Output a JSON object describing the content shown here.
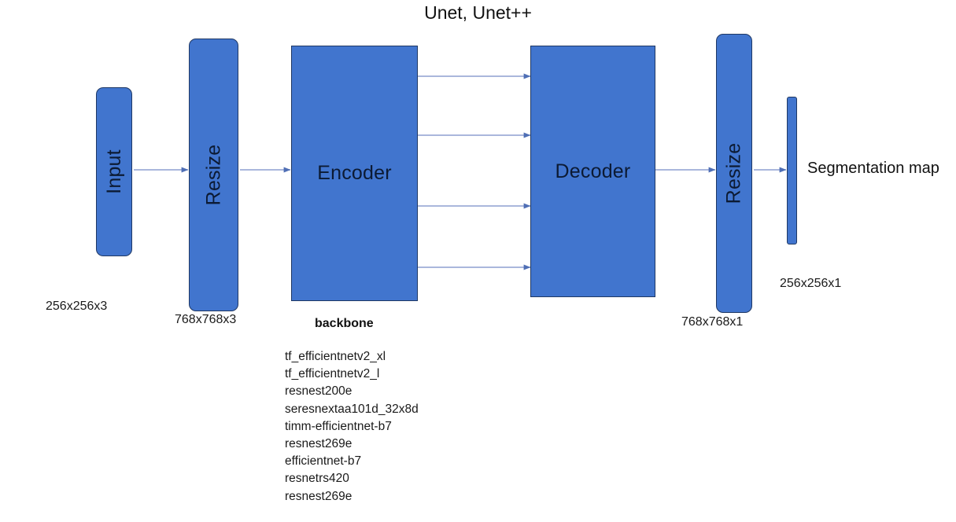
{
  "title": "Unet, Unet++",
  "colors": {
    "node_fill": "#4175CE",
    "node_border": "#1F3864",
    "arrow": "#8E9FD0",
    "background": "#FFFFFF",
    "text": "#1A1A1A"
  },
  "nodes": {
    "input": {
      "label": "Input",
      "dimension": "256x256x3"
    },
    "resize_in": {
      "label": "Resize",
      "dimension": "768x768x3"
    },
    "encoder": {
      "label": "Encoder"
    },
    "decoder": {
      "label": "Decoder"
    },
    "resize_out": {
      "label": "Resize",
      "dimension": "768x768x1"
    },
    "output": {
      "label": "Segmentation map",
      "dimension": "256x256x1"
    }
  },
  "backbone": {
    "heading": "backbone",
    "items": [
      "tf_efficientnetv2_xl",
      "tf_efficientnetv2_l",
      "resnest200e",
      "seresnextaa101d_32x8d",
      "timm-efficientnet-b7",
      "resnest269e",
      "efficientnet-b7",
      "resnetrs420",
      "resnest269e"
    ]
  },
  "connections": {
    "count": 8,
    "skip_connection_count": 4,
    "flow": [
      "Input",
      "Resize",
      "Encoder",
      "Decoder",
      "Resize",
      "Segmentation map"
    ]
  }
}
